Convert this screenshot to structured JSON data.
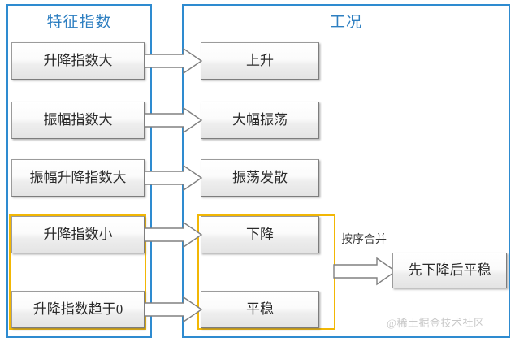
{
  "panels": {
    "left": {
      "title": "特征指数"
    },
    "right": {
      "title": "工况"
    }
  },
  "colors": {
    "panel_border": "#2e8bd0",
    "panel_title": "#2e7fc1",
    "group_border": "#f2b705",
    "box_border": "#9b9b9b",
    "box_text": "#2b2b2b",
    "arrow_stroke": "#808080",
    "watermark": "#c8c8c8"
  },
  "features": [
    {
      "id": "f1",
      "label": "升降指数大"
    },
    {
      "id": "f2",
      "label": "振幅指数大"
    },
    {
      "id": "f3",
      "label": "振幅升降指数大"
    },
    {
      "id": "f4",
      "label": "升降指数小"
    },
    {
      "id": "f5",
      "label": "升降指数趋于0"
    }
  ],
  "conditions": [
    {
      "id": "c1",
      "label": "上升"
    },
    {
      "id": "c2",
      "label": "大幅振荡"
    },
    {
      "id": "c3",
      "label": "振荡发散"
    },
    {
      "id": "c4",
      "label": "下降"
    },
    {
      "id": "c5",
      "label": "平稳"
    }
  ],
  "merge": {
    "label": "按序合并",
    "result": "先下降后平稳"
  },
  "watermark": "@稀土掘金技术社区",
  "arrows": {
    "row_count": 5,
    "merge_arrow": "block-arrow-right"
  }
}
